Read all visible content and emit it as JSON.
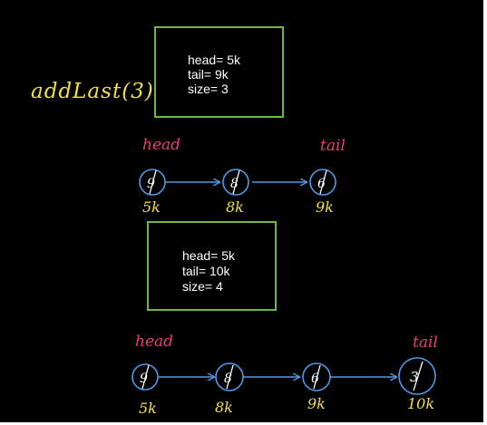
{
  "operation_label": "addLast(3)",
  "colors": {
    "background": "#000000",
    "box_border": "#6fb83a",
    "node_stroke": "#4a9be8",
    "pointer_label": "#f03a72",
    "handwriting": "#f2e13c",
    "text": "#ffffff"
  },
  "before": {
    "state": {
      "head": "head= 5k",
      "tail": "tail= 9k",
      "size": "size= 3"
    },
    "head_label": "head",
    "tail_label": "tail",
    "nodes": [
      {
        "value": "9",
        "address": "5k"
      },
      {
        "value": "8",
        "address": "8k"
      },
      {
        "value": "6",
        "address": "9k"
      }
    ]
  },
  "after": {
    "state": {
      "head": "head= 5k",
      "tail": "tail= 10k",
      "size": "size= 4"
    },
    "head_label": "head",
    "tail_label": "tail",
    "nodes": [
      {
        "value": "9",
        "address": "5k"
      },
      {
        "value": "8",
        "address": "8k"
      },
      {
        "value": "6",
        "address": "9k"
      },
      {
        "value": "3",
        "address": "10k"
      }
    ]
  }
}
